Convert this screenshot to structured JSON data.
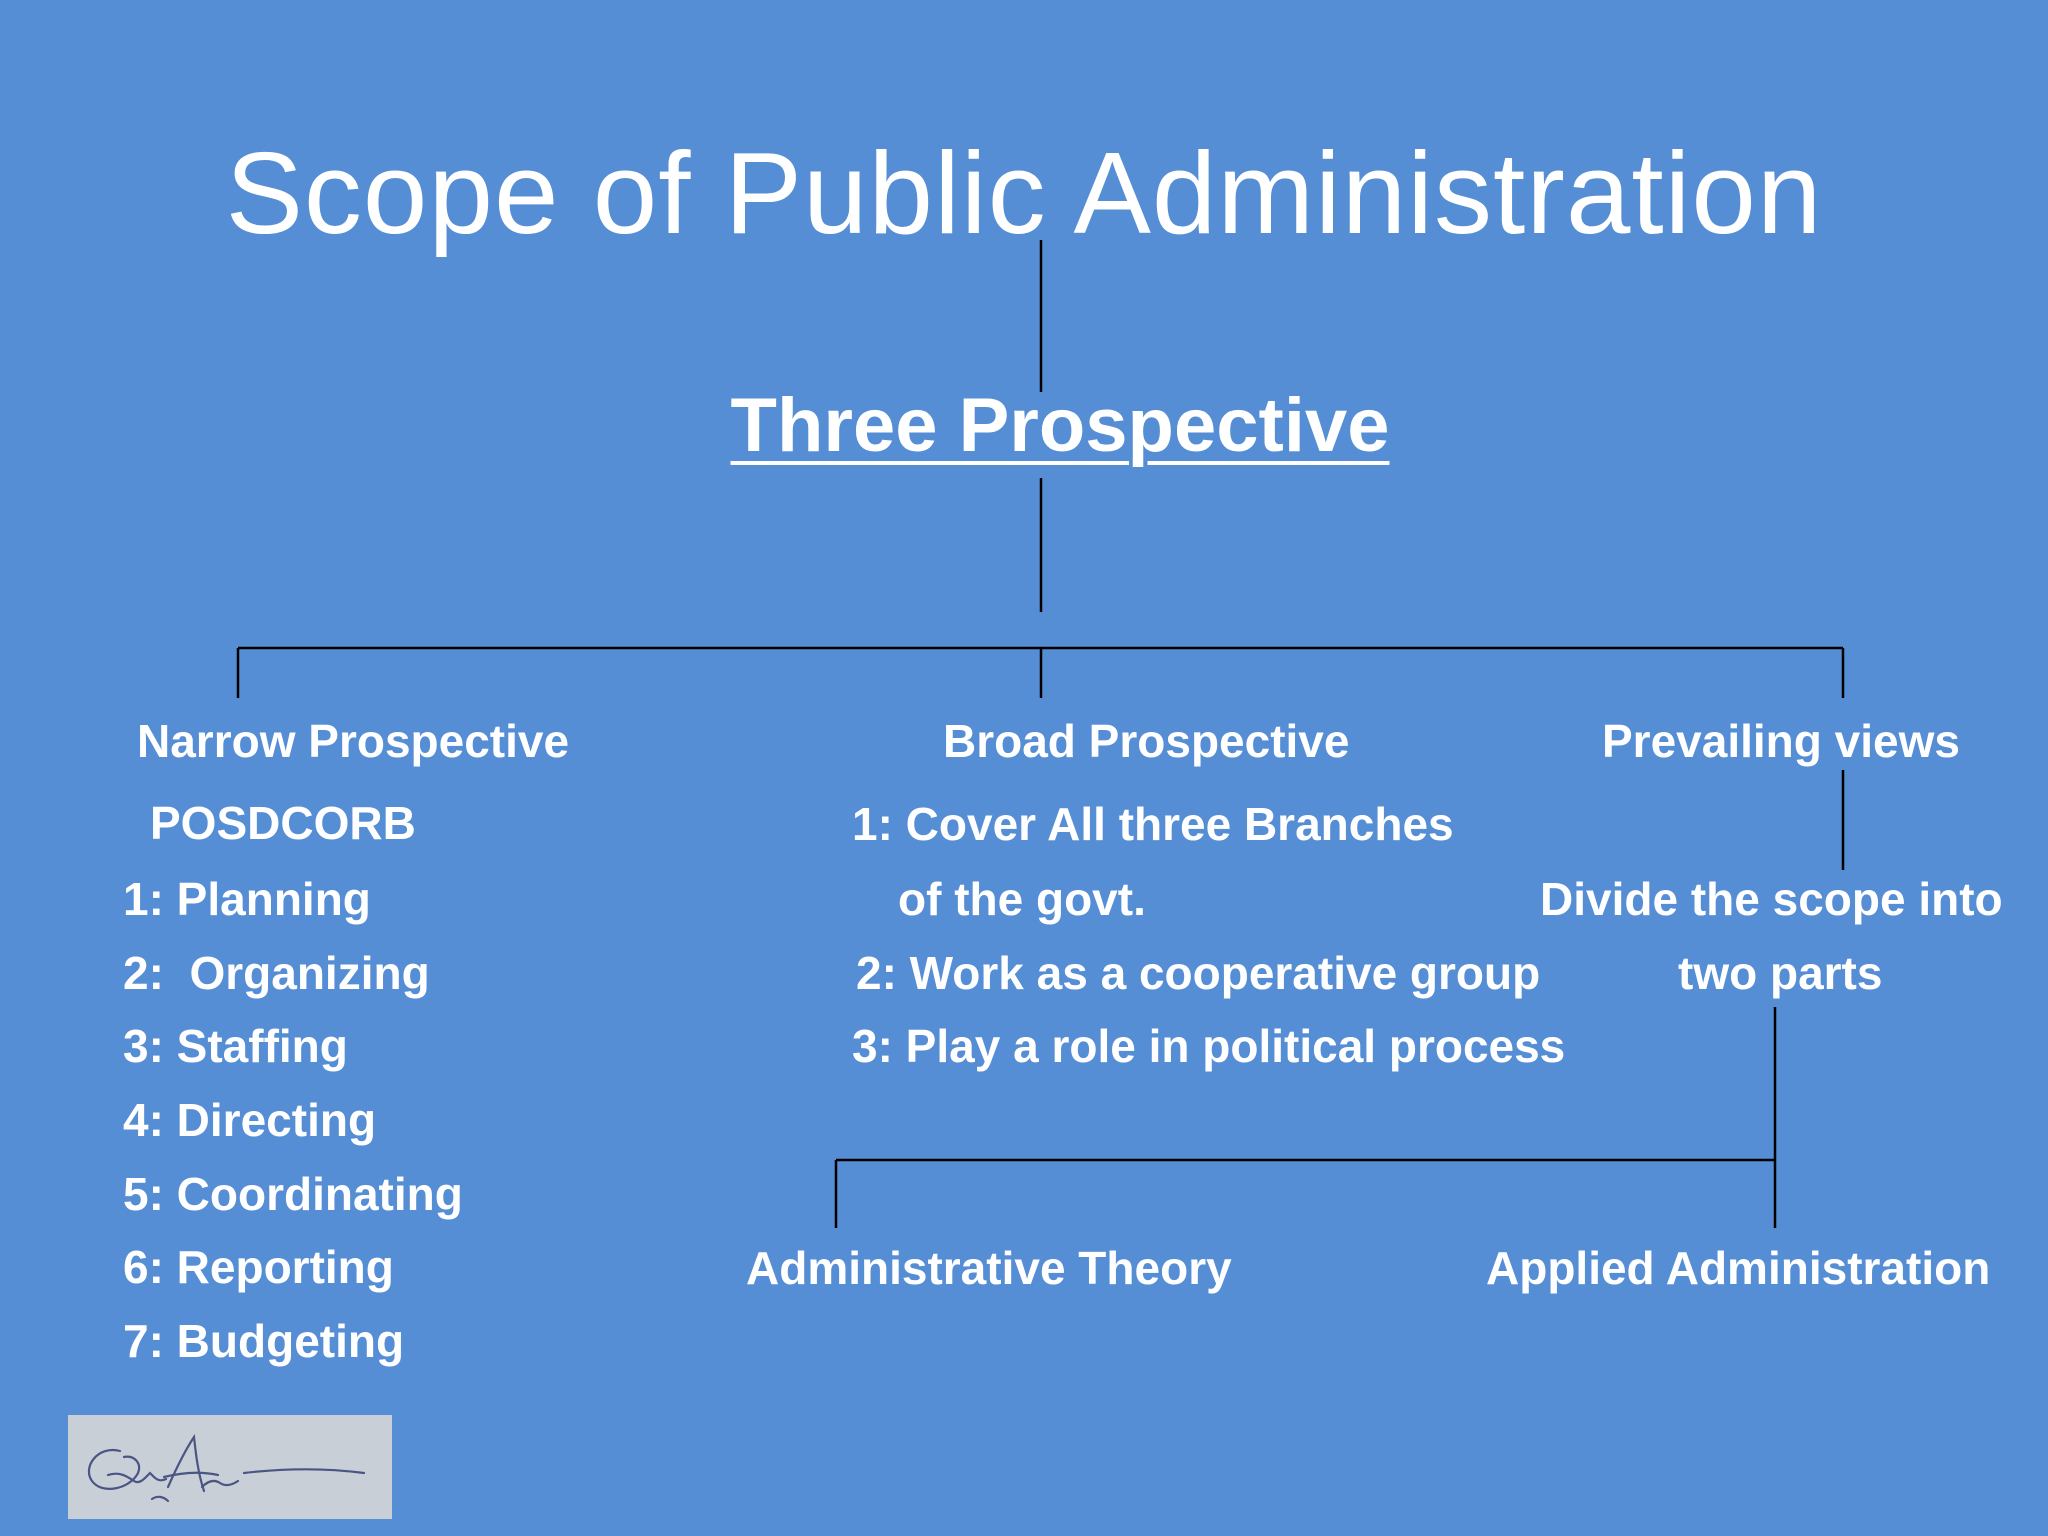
{
  "slide": {
    "title": "Scope of Public Administration",
    "subheading": "Three Prospective",
    "background_color": "#558ed5",
    "text_color": "#ffffff",
    "line_color": "#000000"
  },
  "branches": {
    "narrow": {
      "heading": "Narrow Prospective",
      "acronym": "POSDCORB",
      "items": [
        "1: Planning",
        "2:  Organizing",
        "3: Staffing",
        "4: Directing",
        "5: Coordinating",
        "6: Reporting",
        "7: Budgeting"
      ]
    },
    "broad": {
      "heading": "Broad Prospective",
      "lines": [
        "1: Cover All three Branches",
        "of the govt.",
        "2: Work as a cooperative group",
        "3: Play a role in political process"
      ]
    },
    "prevailing": {
      "heading": "Prevailing views",
      "lines": [
        "Divide the scope into",
        "two parts"
      ],
      "parts": [
        "Administrative Theory",
        "Applied Administration"
      ]
    }
  },
  "signature": {
    "kind": "handwritten-signature"
  }
}
